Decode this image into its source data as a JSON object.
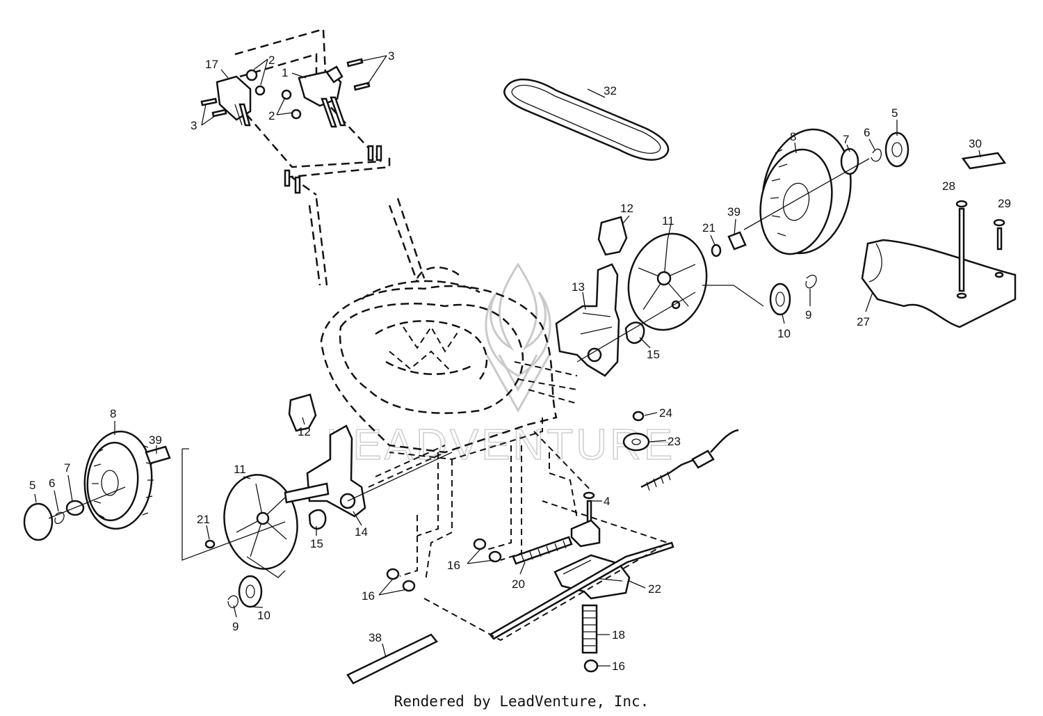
{
  "footer": {
    "credit": "Rendered by LeadVenture, Inc."
  },
  "watermark": {
    "text": "LEADVENTURE"
  },
  "callouts": [
    {
      "id": "c17",
      "text": "17"
    },
    {
      "id": "c2a",
      "text": "2"
    },
    {
      "id": "c2b",
      "text": "2"
    },
    {
      "id": "c1",
      "text": "1"
    },
    {
      "id": "c3a",
      "text": "3"
    },
    {
      "id": "c3b",
      "text": "3"
    },
    {
      "id": "c32",
      "text": "32"
    },
    {
      "id": "c5r",
      "text": "5"
    },
    {
      "id": "c8r",
      "text": "8"
    },
    {
      "id": "c7r",
      "text": "7"
    },
    {
      "id": "c6r",
      "text": "6"
    },
    {
      "id": "c30",
      "text": "30"
    },
    {
      "id": "c28",
      "text": "28"
    },
    {
      "id": "c29",
      "text": "29"
    },
    {
      "id": "c12r",
      "text": "12"
    },
    {
      "id": "c11r",
      "text": "11"
    },
    {
      "id": "c21r",
      "text": "21"
    },
    {
      "id": "c39r",
      "text": "39"
    },
    {
      "id": "c13",
      "text": "13"
    },
    {
      "id": "c10r",
      "text": "10"
    },
    {
      "id": "c9r",
      "text": "9"
    },
    {
      "id": "c27",
      "text": "27"
    },
    {
      "id": "c15r",
      "text": "15"
    },
    {
      "id": "c8l",
      "text": "8"
    },
    {
      "id": "c39l",
      "text": "39"
    },
    {
      "id": "c12l",
      "text": "12"
    },
    {
      "id": "c24",
      "text": "24"
    },
    {
      "id": "c23",
      "text": "23"
    },
    {
      "id": "c5l",
      "text": "5"
    },
    {
      "id": "c6l",
      "text": "6"
    },
    {
      "id": "c7l",
      "text": "7"
    },
    {
      "id": "c11l",
      "text": "11"
    },
    {
      "id": "c4",
      "text": "4"
    },
    {
      "id": "c21l",
      "text": "21"
    },
    {
      "id": "c14",
      "text": "14"
    },
    {
      "id": "c15l",
      "text": "15"
    },
    {
      "id": "c16a",
      "text": "16"
    },
    {
      "id": "c20",
      "text": "20"
    },
    {
      "id": "c22",
      "text": "22"
    },
    {
      "id": "c16b",
      "text": "16"
    },
    {
      "id": "c10l",
      "text": "10"
    },
    {
      "id": "c9l",
      "text": "9"
    },
    {
      "id": "c18",
      "text": "18"
    },
    {
      "id": "c38",
      "text": "38"
    },
    {
      "id": "c16c",
      "text": "16"
    }
  ]
}
